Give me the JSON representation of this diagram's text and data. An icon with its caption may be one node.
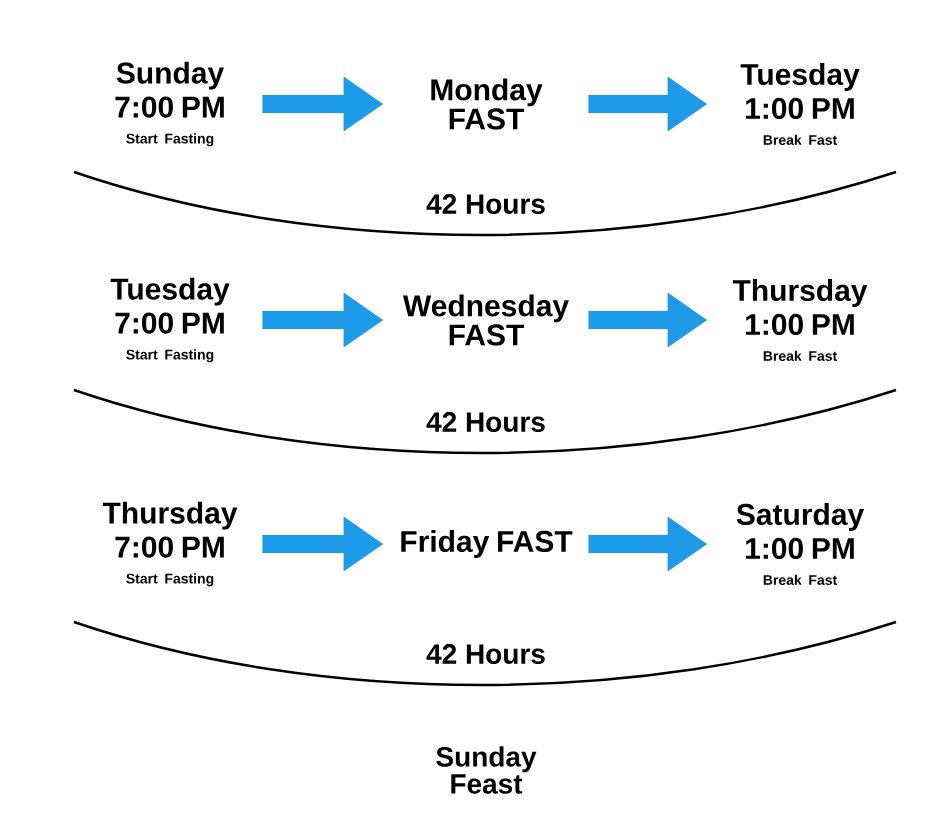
{
  "diagram": {
    "nodes": [
      {
        "text": [
          "Sunday 7:00 PM",
          "Start Fasting"
        ]
      },
      {
        "text": [
          "Monday FAST"
        ]
      },
      {
        "text": [
          "Tuesday 1:00 PM",
          "Break Fast"
        ]
      },
      {
        "text": [
          "Tuesday 7:00 PM",
          "Start Fasting"
        ]
      },
      {
        "text": [
          "Wednesday FAST"
        ]
      },
      {
        "text": [
          "Thursday 1:00 PM",
          "Break Fast"
        ]
      },
      {
        "text": [
          "Thursday 7:00 PM",
          "Start Fasting"
        ]
      },
      {
        "text": [
          "Friday FAST"
        ]
      },
      {
        "text": [
          "Saturday 1:00 PM",
          "Break Fast"
        ]
      }
    ],
    "edges": [
      {
        "from": 0,
        "to": 1,
        "arrow": "to"
      },
      {
        "from": 1,
        "to": 2,
        "arrow": "to"
      },
      {
        "from": 3,
        "to": 4,
        "arrow": "to"
      },
      {
        "from": 4,
        "to": 5,
        "arrow": "to"
      },
      {
        "from": 6,
        "to": 7,
        "arrow": "to"
      },
      {
        "from": 7,
        "to": 8,
        "arrow": "to"
      }
    ],
    "labels": [
      "42 Hours",
      "42 Hours",
      "42 Hours",
      "Sunday Feast"
    ]
  }
}
